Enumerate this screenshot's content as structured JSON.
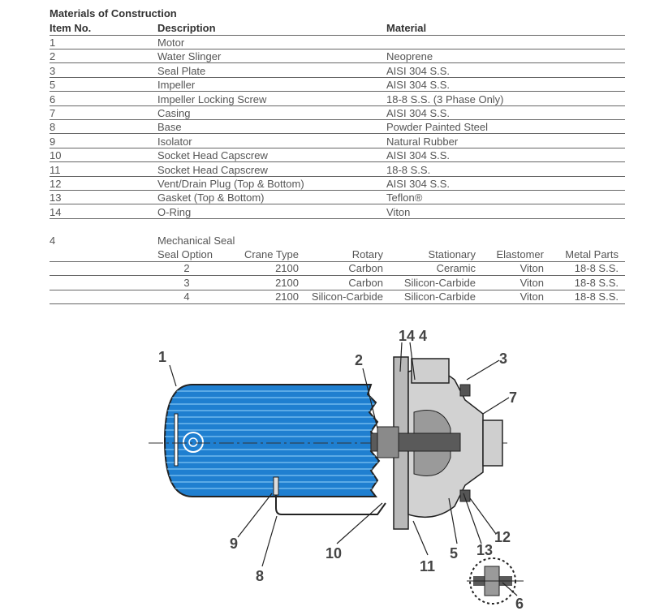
{
  "heading": "Materials of Construction",
  "columns": {
    "item": "Item No.",
    "description": "Description",
    "material": "Material"
  },
  "rows": [
    {
      "item": "1",
      "description": "Motor",
      "material": ""
    },
    {
      "item": "2",
      "description": "Water Slinger",
      "material": "Neoprene"
    },
    {
      "item": "3",
      "description": "Seal Plate",
      "material": "AISI 304 S.S."
    },
    {
      "item": "5",
      "description": "Impeller",
      "material": "AISI 304 S.S."
    },
    {
      "item": "6",
      "description": "Impeller Locking Screw",
      "material": "18-8 S.S. (3 Phase Only)"
    },
    {
      "item": "7",
      "description": "Casing",
      "material": "AISI 304 S.S."
    },
    {
      "item": "8",
      "description": "Base",
      "material": "Powder Painted Steel"
    },
    {
      "item": "9",
      "description": "Isolator",
      "material": "Natural Rubber"
    },
    {
      "item": "10",
      "description": "Socket Head Capscrew",
      "material": "AISI 304 S.S."
    },
    {
      "item": "11",
      "description": "Socket Head Capscrew",
      "material": "18-8 S.S."
    },
    {
      "item": "12",
      "description": "Vent/Drain Plug (Top & Bottom)",
      "material": "AISI 304 S.S."
    },
    {
      "item": "13",
      "description": "Gasket (Top & Bottom)",
      "material": "Teflon®"
    },
    {
      "item": "14",
      "description": "O-Ring",
      "material": "Viton"
    }
  ],
  "seal": {
    "item": "4",
    "title": "Mechanical Seal",
    "headers": [
      "Seal Option",
      "Crane Type",
      "Rotary",
      "Stationary",
      "Elastomer",
      "Metal Parts"
    ],
    "rows": [
      [
        "2",
        "2100",
        "Carbon",
        "Ceramic",
        "Viton",
        "18-8 S.S."
      ],
      [
        "3",
        "2100",
        "Carbon",
        "Silicon-Carbide",
        "Viton",
        "18-8 S.S."
      ],
      [
        "4",
        "2100",
        "Silicon-Carbide",
        "Silicon-Carbide",
        "Viton",
        "18-8 S.S."
      ]
    ]
  },
  "diagram_labels": {
    "l1": "1",
    "l2": "2",
    "l3": "3",
    "l14_4": "14 4",
    "l7": "7",
    "l9": "9",
    "l8": "8",
    "l10": "10",
    "l11": "11",
    "l5": "5",
    "l13": "13",
    "l12": "12",
    "l6": "6"
  },
  "colors": {
    "motor_blue": "#1f7fd0",
    "motor_stripe": "#7fc4f2",
    "metal": "#b9b9b9",
    "dark_metal": "#5a5a5a"
  }
}
